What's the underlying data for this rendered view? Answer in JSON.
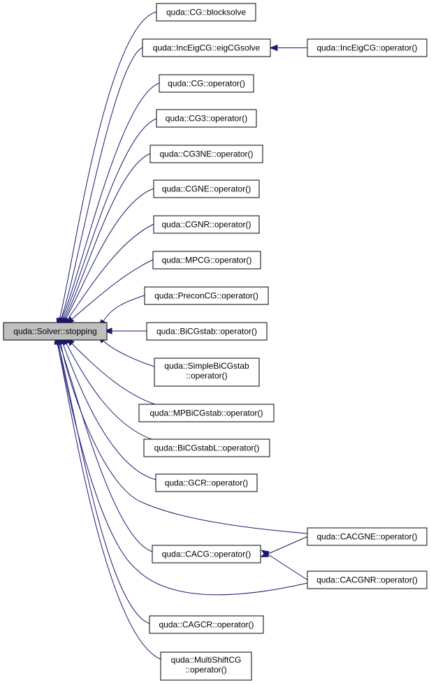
{
  "colors": {
    "edge": "#191970",
    "node_fill": "#ffffff",
    "focus_fill": "#bfbfbf",
    "border": "#000000"
  },
  "nodes": {
    "stopping": [
      "quda::Solver::stopping"
    ],
    "cg_blocksolve": [
      "quda::CG::blocksolve"
    ],
    "inceig_eigcgsolve": [
      "quda::IncEigCG::eigCGsolve"
    ],
    "inceig_op": [
      "quda::IncEigCG::operator()"
    ],
    "cg_op": [
      "quda::CG::operator()"
    ],
    "cg3_op": [
      "quda::CG3::operator()"
    ],
    "cg3ne_op": [
      "quda::CG3NE::operator()"
    ],
    "cgne_op": [
      "quda::CGNE::operator()"
    ],
    "cgnr_op": [
      "quda::CGNR::operator()"
    ],
    "mpcg_op": [
      "quda::MPCG::operator()"
    ],
    "preconcg_op": [
      "quda::PreconCG::operator()"
    ],
    "bicgstab_op": [
      "quda::BiCGstab::operator()"
    ],
    "simplebicgstab_op": [
      "quda::SimpleBiCGstab",
      "::operator()"
    ],
    "mpbicgstab_op": [
      "quda::MPBiCGstab::operator()"
    ],
    "bicgstabl_op": [
      "quda::BiCGstabL::operator()"
    ],
    "gcr_op": [
      "quda::GCR::operator()"
    ],
    "cacgne_op": [
      "quda::CACGNE::operator()"
    ],
    "cacg_op": [
      "quda::CACG::operator()"
    ],
    "cacgnr_op": [
      "quda::CACGNR::operator()"
    ],
    "cagcr_op": [
      "quda::CAGCR::operator()"
    ],
    "multishiftcg_op": [
      "quda::MultiShiftCG",
      "::operator()"
    ]
  },
  "edges": [
    [
      "cg_blocksolve",
      "stopping"
    ],
    [
      "inceig_eigcgsolve",
      "stopping"
    ],
    [
      "inceig_op",
      "inceig_eigcgsolve"
    ],
    [
      "cg_op",
      "stopping"
    ],
    [
      "cg3_op",
      "stopping"
    ],
    [
      "cg3ne_op",
      "stopping"
    ],
    [
      "cgne_op",
      "stopping"
    ],
    [
      "cgnr_op",
      "stopping"
    ],
    [
      "mpcg_op",
      "stopping"
    ],
    [
      "preconcg_op",
      "stopping"
    ],
    [
      "bicgstab_op",
      "stopping"
    ],
    [
      "simplebicgstab_op",
      "stopping"
    ],
    [
      "mpbicgstab_op",
      "stopping"
    ],
    [
      "bicgstabl_op",
      "stopping"
    ],
    [
      "gcr_op",
      "stopping"
    ],
    [
      "cacgne_op",
      "stopping"
    ],
    [
      "cacgne_op",
      "cacg_op"
    ],
    [
      "cacg_op",
      "stopping"
    ],
    [
      "cacgnr_op",
      "cacg_op"
    ],
    [
      "cacgnr_op",
      "stopping"
    ],
    [
      "cagcr_op",
      "stopping"
    ],
    [
      "multishiftcg_op",
      "stopping"
    ]
  ]
}
